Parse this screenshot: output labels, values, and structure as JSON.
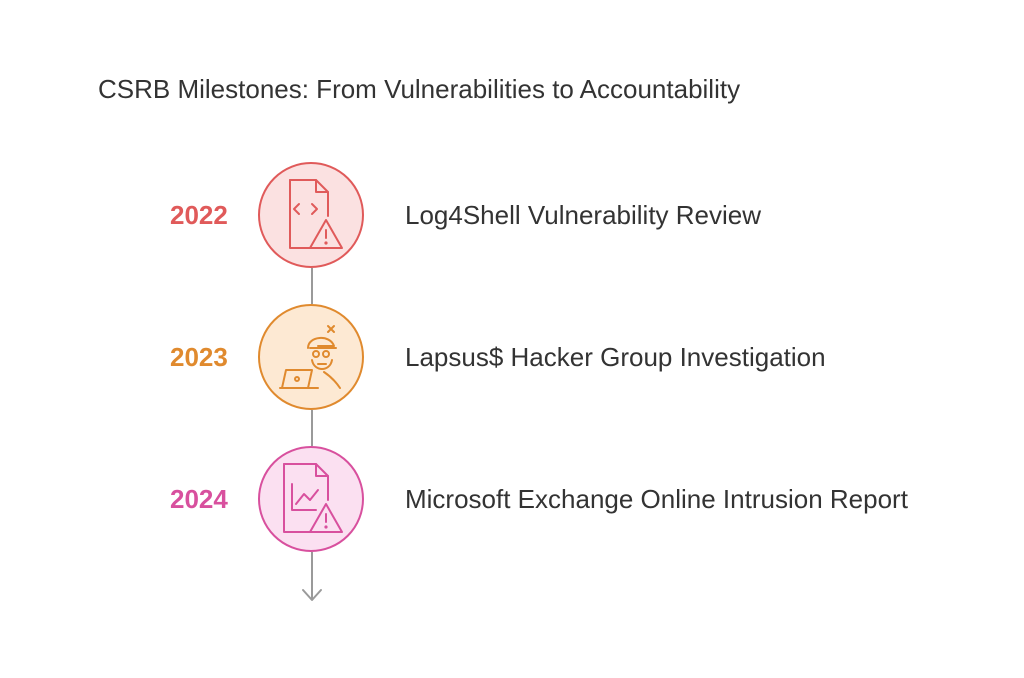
{
  "title": "CSRB Milestones: From Vulnerabilities to Accountability",
  "milestones": [
    {
      "year": "2022",
      "label": "Log4Shell Vulnerability Review",
      "icon": "code-file-warning-icon",
      "color": "#e05a5a",
      "fill": "#fbe1e1"
    },
    {
      "year": "2023",
      "label": "Lapsus$ Hacker Group Investigation",
      "icon": "hacker-laptop-icon",
      "color": "#e08a2e",
      "fill": "#fde9d3"
    },
    {
      "year": "2024",
      "label": "Microsoft Exchange Online Intrusion Report",
      "icon": "chart-file-warning-icon",
      "color": "#d8509e",
      "fill": "#fbe0f1"
    }
  ],
  "timeline": {
    "line_color": "#9a9a9a",
    "arrow": "arrow-down-icon"
  }
}
